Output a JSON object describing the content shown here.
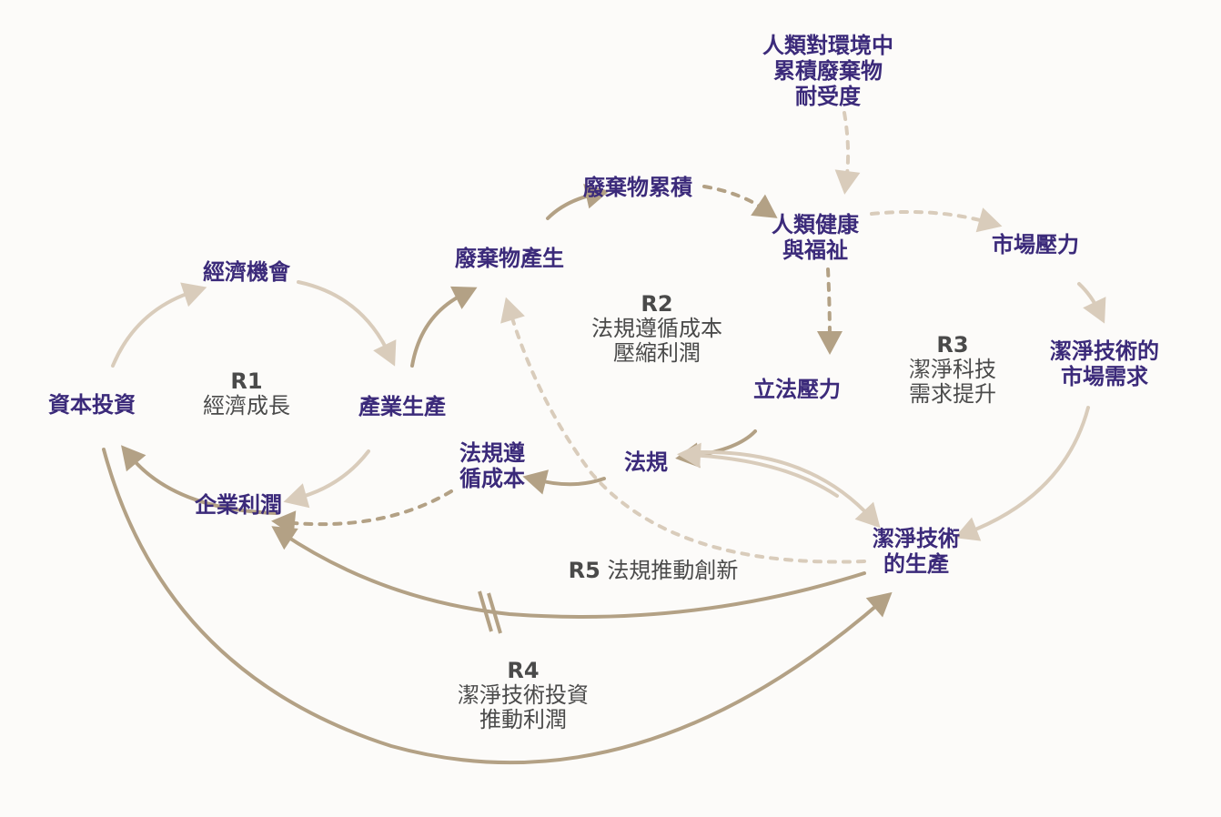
{
  "nodes": {
    "capital_investment": "資本投資",
    "economic_opportunity": "經濟機會",
    "industrial_production": "產業生產",
    "corporate_profit": "企業利潤",
    "waste_generation": "廢棄物產生",
    "waste_accumulation": "廢棄物累積",
    "human_health": [
      "人類健康",
      "與福祉"
    ],
    "env_tolerance": [
      "人類對環境中",
      "累積廢棄物",
      "耐受度"
    ],
    "market_pressure": "市場壓力",
    "clean_tech_demand": [
      "潔淨技術的",
      "市場需求"
    ],
    "legislative_pressure": "立法壓力",
    "regulation": "法規",
    "compliance_cost": [
      "法規遵",
      "循成本"
    ],
    "clean_tech_production": [
      "潔淨技術",
      "的生產"
    ]
  },
  "loops": {
    "r1": {
      "id": "R1",
      "label": "經濟成長"
    },
    "r2": {
      "id": "R2",
      "lines": [
        "法規遵循成本",
        "壓縮利潤"
      ]
    },
    "r3": {
      "id": "R3",
      "lines": [
        "潔淨科技",
        "需求提升"
      ]
    },
    "r4": {
      "id": "R4",
      "lines": [
        "潔淨技術投資",
        "推動利潤"
      ]
    },
    "r5": {
      "id": "R5",
      "label": "法規推動創新"
    }
  },
  "colors": {
    "node_text": "#3b2a7a",
    "loop_text": "#4a4a4a",
    "arrow_dark": "#b3a185",
    "arrow_light": "#d9ccbb",
    "background": "#fcfbf9"
  }
}
